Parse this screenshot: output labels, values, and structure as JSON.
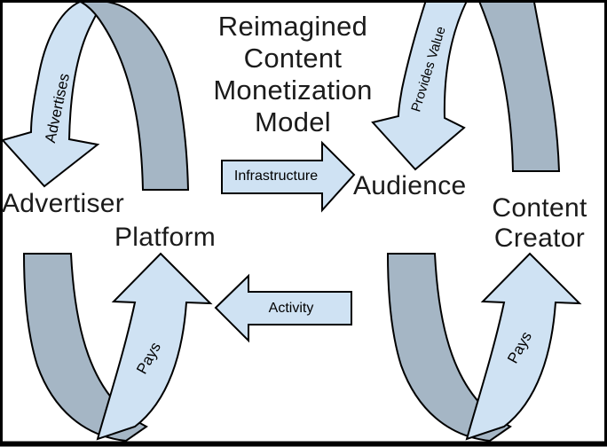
{
  "title": {
    "lines": [
      "Reimagined",
      "Content",
      "Monetization",
      "Model"
    ]
  },
  "entities": {
    "advertiser": "Advertiser",
    "platform": "Platform",
    "audience": "Audience",
    "content_creator": {
      "line1": "Content",
      "line2": "Creator"
    }
  },
  "flows": {
    "advertises": "Advertises",
    "provides_value": "Provides Value",
    "infrastructure": "Infrastructure",
    "activity": "Activity",
    "pays_left": "Pays",
    "pays_right": "Pays"
  },
  "colors": {
    "arrow_fill": "#cfe2f3",
    "ribbon_fill": "#a5b6c5",
    "outline": "#000000",
    "text": "#1b1b1b",
    "background": "#ffffff"
  }
}
